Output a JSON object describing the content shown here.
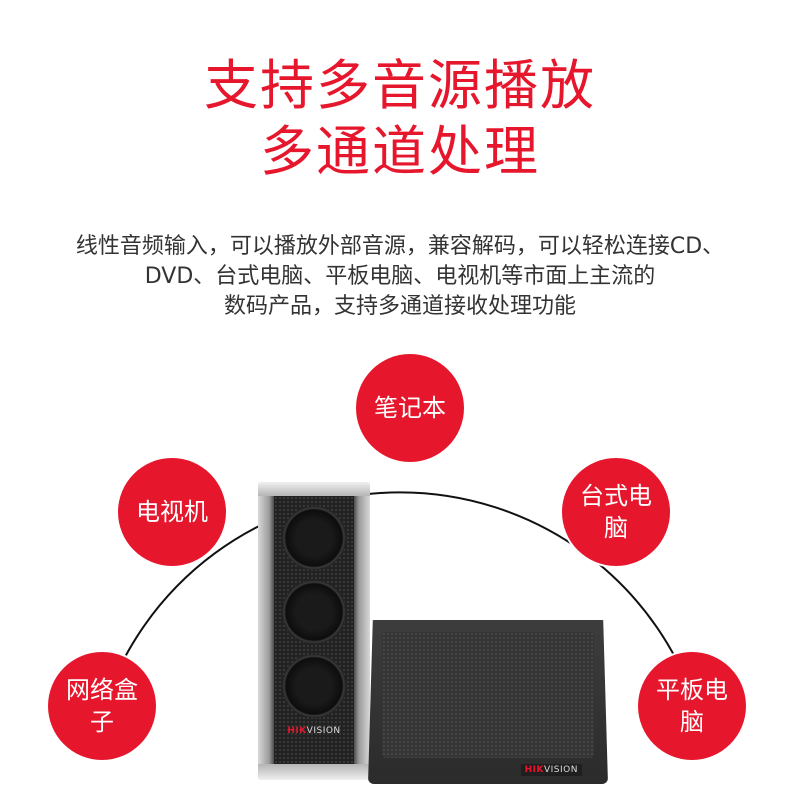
{
  "headline": {
    "line1": "支持多音源播放",
    "line2": "多通道处理"
  },
  "description": {
    "line1": "线性音频输入，可以播放外部音源，兼容解码，可以轻松连接CD、",
    "line2": "DVD、台式电脑、平板电脑、电视机等市面上主流的",
    "line3": "数码产品，支持多通道接收处理功能"
  },
  "sources": {
    "notebook": "笔记本",
    "tv": "电视机",
    "desktop": "台式电脑",
    "network_box": "网络盒子",
    "tablet": "平板电脑"
  },
  "brand": {
    "prefix": "HIK",
    "suffix": "VISION"
  },
  "colors": {
    "accent": "#e6172d",
    "text": "#333333",
    "arc": "#111111"
  }
}
